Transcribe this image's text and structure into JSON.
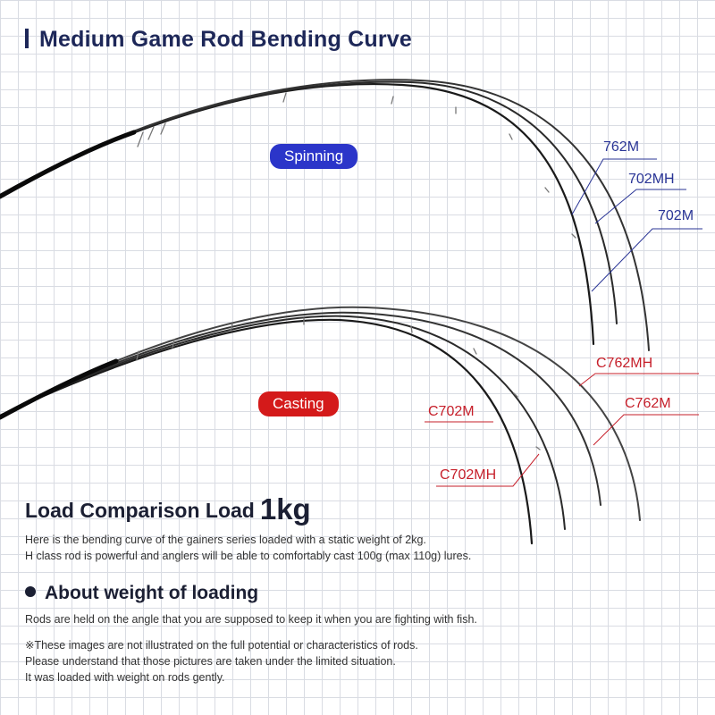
{
  "title": "Medium Game Rod Bending Curve",
  "spinning": {
    "label": "Spinning",
    "rods": [
      "762M",
      "702MH",
      "702M"
    ]
  },
  "casting": {
    "label": "Casting",
    "rods": [
      "C762MH",
      "C762M",
      "C702M",
      "C702MH"
    ]
  },
  "load": {
    "heading": "Load Comparison Load",
    "value": "1kg",
    "line1": "Here is the bending curve of the gainers series loaded with a static weight of 2kg.",
    "line2": "H class rod is powerful and anglers will be able to comfortably cast 100g (max 110g) lures."
  },
  "about": {
    "heading": "About weight of loading",
    "line1": "Rods are held on the angle that you are supposed to keep it when you are fighting with fish."
  },
  "notes": [
    "※These images are not illustrated on the full potential or characteristics of rods.",
    "Please understand that those pictures are taken under the limited situation.",
    "It was loaded with weight on rods gently."
  ],
  "colors": {
    "navy": "#1d2758",
    "spinning": "#2b35c9",
    "casting": "#d41a1a"
  }
}
